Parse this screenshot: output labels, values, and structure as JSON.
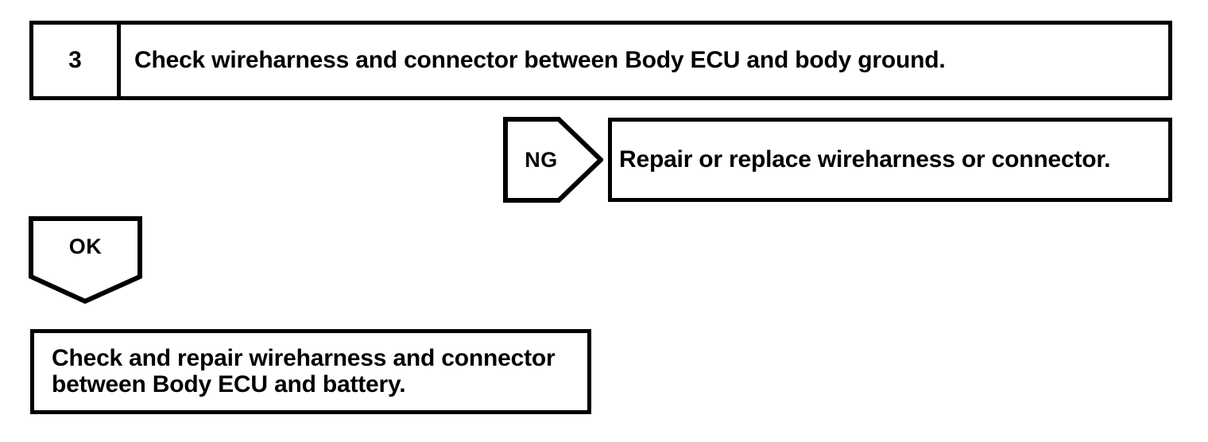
{
  "diagram": {
    "type": "troubleshooting-flowchart",
    "step": {
      "number": "3",
      "instruction": "Check wireharness and connector between Body ECU and body ground."
    },
    "branches": {
      "ng": {
        "label": "NG",
        "result": "Repair or replace wireharness or connector."
      },
      "ok": {
        "label": "OK",
        "result_line_1": "Check and repair wireharness and connector",
        "result_line_2": "between Body ECU and battery."
      }
    },
    "colors": {
      "stroke": "#000000",
      "fill": "#ffffff",
      "text": "#000000"
    }
  }
}
